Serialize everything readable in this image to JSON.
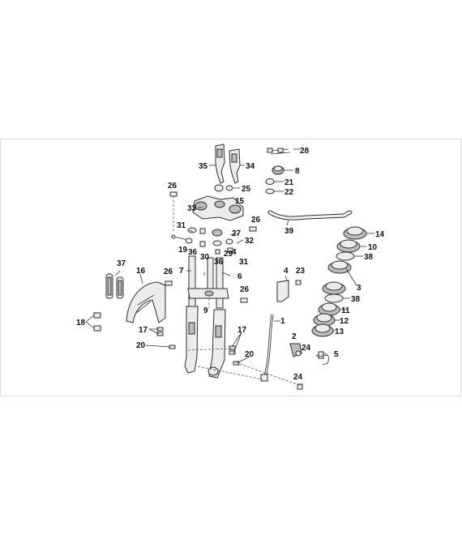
{
  "callouts": [
    {
      "id": "c1",
      "text": "1"
    },
    {
      "id": "c2",
      "text": "2"
    },
    {
      "id": "c3",
      "text": "3"
    },
    {
      "id": "c4",
      "text": "4"
    },
    {
      "id": "c4b",
      "text": "4"
    },
    {
      "id": "c5",
      "text": "5"
    },
    {
      "id": "c6",
      "text": "6"
    },
    {
      "id": "c7",
      "text": "7"
    },
    {
      "id": "c8",
      "text": "8"
    },
    {
      "id": "c9",
      "text": "9"
    },
    {
      "id": "c10",
      "text": "10"
    },
    {
      "id": "c11",
      "text": "11"
    },
    {
      "id": "c12",
      "text": "12"
    },
    {
      "id": "c13",
      "text": "13"
    },
    {
      "id": "c14",
      "text": "14"
    },
    {
      "id": "c15",
      "text": "15"
    },
    {
      "id": "c16",
      "text": "16"
    },
    {
      "id": "c17a",
      "text": "17"
    },
    {
      "id": "c17b",
      "text": "17"
    },
    {
      "id": "c18",
      "text": "18"
    },
    {
      "id": "c19",
      "text": "19"
    },
    {
      "id": "c20a",
      "text": "20"
    },
    {
      "id": "c20b",
      "text": "20"
    },
    {
      "id": "c21",
      "text": "21"
    },
    {
      "id": "c22",
      "text": "22"
    },
    {
      "id": "c23",
      "text": "23"
    },
    {
      "id": "c24a",
      "text": "24"
    },
    {
      "id": "c24b",
      "text": "24"
    },
    {
      "id": "c25",
      "text": "25"
    },
    {
      "id": "c26a",
      "text": "26"
    },
    {
      "id": "c26b",
      "text": "26"
    },
    {
      "id": "c26c",
      "text": "26"
    },
    {
      "id": "c26d",
      "text": "26"
    },
    {
      "id": "c27",
      "text": "27"
    },
    {
      "id": "c28",
      "text": "28"
    },
    {
      "id": "c29",
      "text": "29"
    },
    {
      "id": "c30",
      "text": "30"
    },
    {
      "id": "c31a",
      "text": "31"
    },
    {
      "id": "c31b",
      "text": "31"
    },
    {
      "id": "c32",
      "text": "32"
    },
    {
      "id": "c33",
      "text": "33"
    },
    {
      "id": "c34",
      "text": "34"
    },
    {
      "id": "c35",
      "text": "35"
    },
    {
      "id": "c36a",
      "text": "36"
    },
    {
      "id": "c36b",
      "text": "36"
    },
    {
      "id": "c37",
      "text": "37"
    },
    {
      "id": "c38a",
      "text": "38"
    },
    {
      "id": "c38b",
      "text": "38"
    },
    {
      "id": "c39",
      "text": "39"
    }
  ]
}
